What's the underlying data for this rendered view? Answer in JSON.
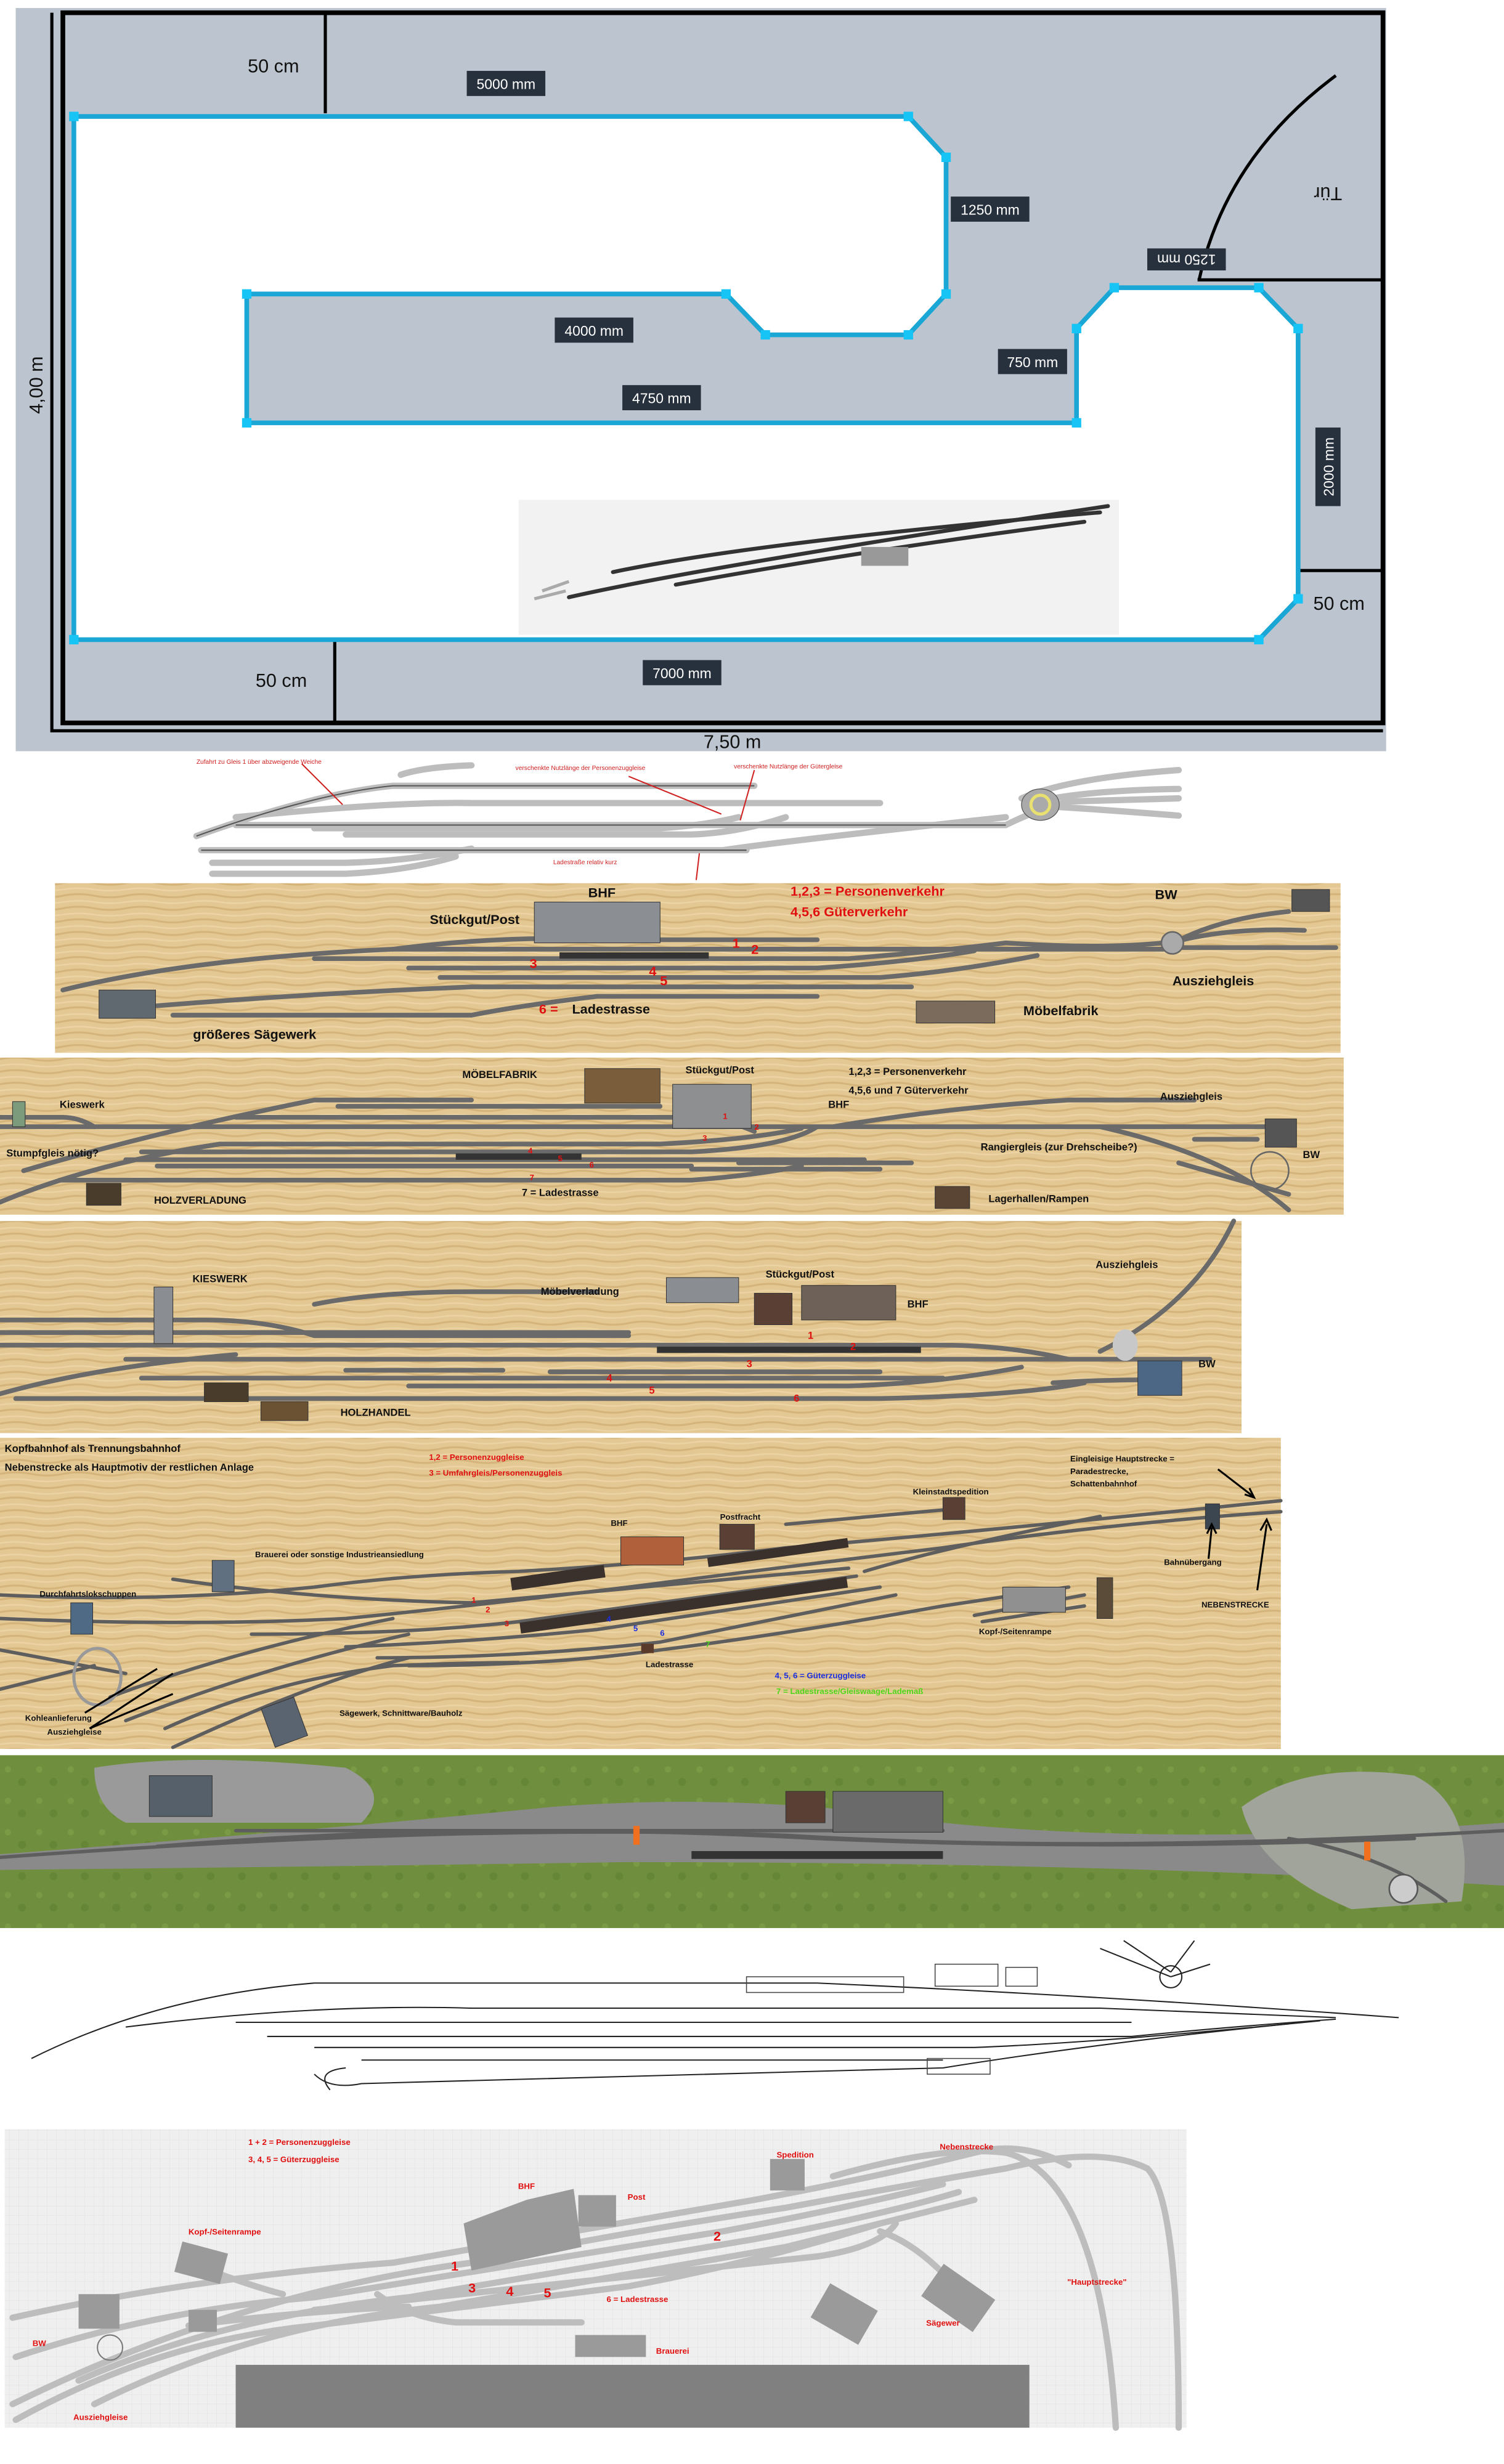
{
  "room_plan": {
    "dimensions": {
      "top_length": "5000 mm",
      "right_upper": "1250 mm",
      "inner_top": "4000 mm",
      "inner_bottom": "4750 mm",
      "notch_width": "750 mm",
      "right_height": "2000 mm",
      "bottom_length": "7000 mm",
      "door_width": "1250 mm"
    },
    "clearances": {
      "top_left": "50 cm",
      "bottom_left": "50 cm",
      "right": "50 cm"
    },
    "room_height": "4,00 m",
    "room_width": "7,50 m",
    "door_label": "Tür",
    "outline_color": "#1aa7d6",
    "background_color": "#bcc5cf"
  },
  "track_plan_sketch": {
    "notes": [
      "Zufahrt zu Gleis 1 über abzweigende Weiche",
      "verschenkte Nutzlänge der Personenzuggleise",
      "verschenkte Nutzlänge der Gütergleise",
      "Ladestraße relativ kurz"
    ]
  },
  "variant_a": {
    "labels": {
      "bhf": "BHF",
      "stueckgut": "Stückgut/Post",
      "bw": "BW",
      "ausziehgleis": "Ausziehgleis",
      "ladestrasse": "Ladestrasse",
      "moebelfabrik": "Möbelfabrik",
      "saegewerk": "größeres Sägewerk"
    },
    "legend": [
      "1,2,3 = Personenverkehr",
      "4,5,6 Güterverkehr"
    ],
    "ladestrasse_prefix": "6 =",
    "track_numbers": [
      "1",
      "2",
      "3",
      "4",
      "5"
    ]
  },
  "variant_b": {
    "labels": {
      "moebelfabrik": "MÖBELFABRIK",
      "stueckgut": "Stückgut/Post",
      "bhf": "BHF",
      "kieswerk": "Kieswerk",
      "ausziehgleis": "Ausziehgleis",
      "stumpfgleis": "Stumpfgleis nötig?",
      "rangiergleis": "Rangiergleis (zur Drehscheibe?)",
      "bw": "BW",
      "holzverladung": "HOLZVERLADUNG",
      "ladestrasse": "7 = Ladestrasse",
      "lagerhallen": "Lagerhallen/Rampen"
    },
    "legend": [
      "1,2,3 = Personenverkehr",
      "4,5,6 und 7 Güterverkehr"
    ],
    "track_numbers": [
      "1",
      "2",
      "3",
      "4",
      "5",
      "6",
      "7"
    ]
  },
  "variant_c": {
    "labels": {
      "kieswerk": "KIESWERK",
      "moebelverladung": "Möbelverladung",
      "stueckgut": "Stückgut/Post",
      "bhf": "BHF",
      "ausziehgleis": "Ausziehgleis",
      "bw": "BW",
      "holzhandel": "HOLZHANDEL"
    },
    "track_numbers": [
      "1",
      "2",
      "3",
      "4",
      "5",
      "6"
    ]
  },
  "variant_d": {
    "title_lines": [
      "Kopfbahnhof als Trennungsbahnhof",
      "Nebenstrecke als Hauptmotiv der restlichen Anlage"
    ],
    "legend_red": [
      "1,2 = Personenzuggleise",
      "3 = Umfahrgleis/Personenzuggleis"
    ],
    "legend_blue": "4, 5, 6 = Güterzuggleise",
    "legend_green": "7 = Ladestrasse/Gleiswaage/Lademaß",
    "hauptstrecke_lines": [
      "Eingleisige Hauptstrecke =",
      "Paradestrecke,",
      "Schattenbahnhof"
    ],
    "labels": {
      "kleinstadtspedition": "Kleinstadtspedition",
      "postfracht": "Postfracht",
      "bhf": "BHF",
      "brauerei": "Brauerei oder sonstige Industrieansiedlung",
      "bahnuebergang": "Bahnübergang",
      "lokschuppen": "Durchfahrtslokschuppen",
      "nebenstrecke": "NEBENSTRECKE",
      "rampe": "Kopf-/Seitenrampe",
      "ladestrasse": "Ladestrasse",
      "kohle": "Kohleanlieferung",
      "saegewerk": "Sägewerk, Schnittware/Bauholz",
      "ausziehgleise": "Ausziehgleise"
    },
    "track_numbers": [
      "1",
      "2",
      "3",
      "4",
      "5",
      "6",
      "7"
    ]
  },
  "variant_f": {
    "legend": [
      "1 + 2 = Personenzuggleise",
      "3, 4, 5 = Güterzuggleise"
    ],
    "labels": {
      "bhf": "BHF",
      "post": "Post",
      "spedition": "Spedition",
      "nebenstrecke": "Nebenstrecke",
      "rampe": "Kopf-/Seitenrampe",
      "hauptstrecke": "\"Hauptstrecke\"",
      "ladestrasse": "6 =  Ladestrasse",
      "saegewerk": "Sägewer",
      "brauerei": "Brauerei",
      "bw": "BW",
      "ausziehgleise": "Ausziehgleise"
    },
    "track_numbers": [
      "1",
      "2",
      "3",
      "4",
      "5"
    ]
  }
}
